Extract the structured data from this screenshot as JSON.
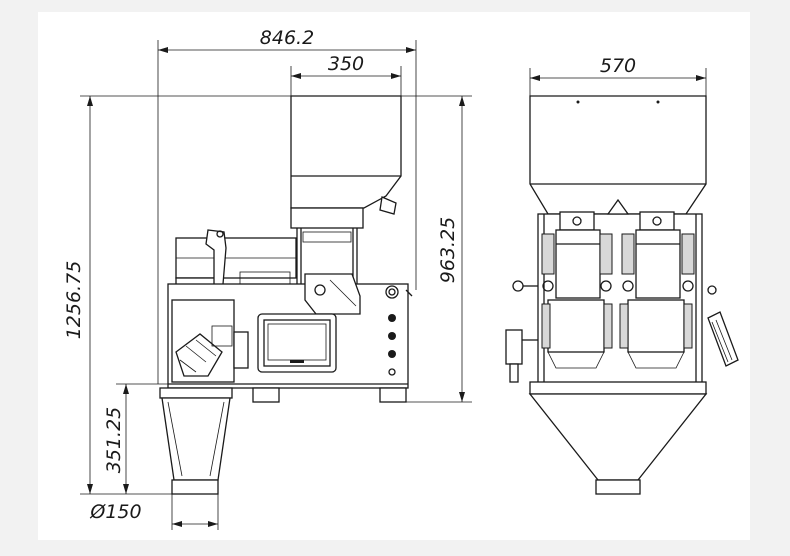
{
  "dimensions": {
    "overall_width": "846.2",
    "hopper_width": "350",
    "overall_height": "1256.75",
    "body_height": "963.25",
    "outlet_height": "351.25",
    "outlet_diameter": "Ø150",
    "front_width": "570"
  },
  "views": [
    "side-view",
    "front-view"
  ],
  "colors": {
    "line": "#1a1a1a",
    "background": "#ffffff",
    "page": "#f2f2f2"
  }
}
